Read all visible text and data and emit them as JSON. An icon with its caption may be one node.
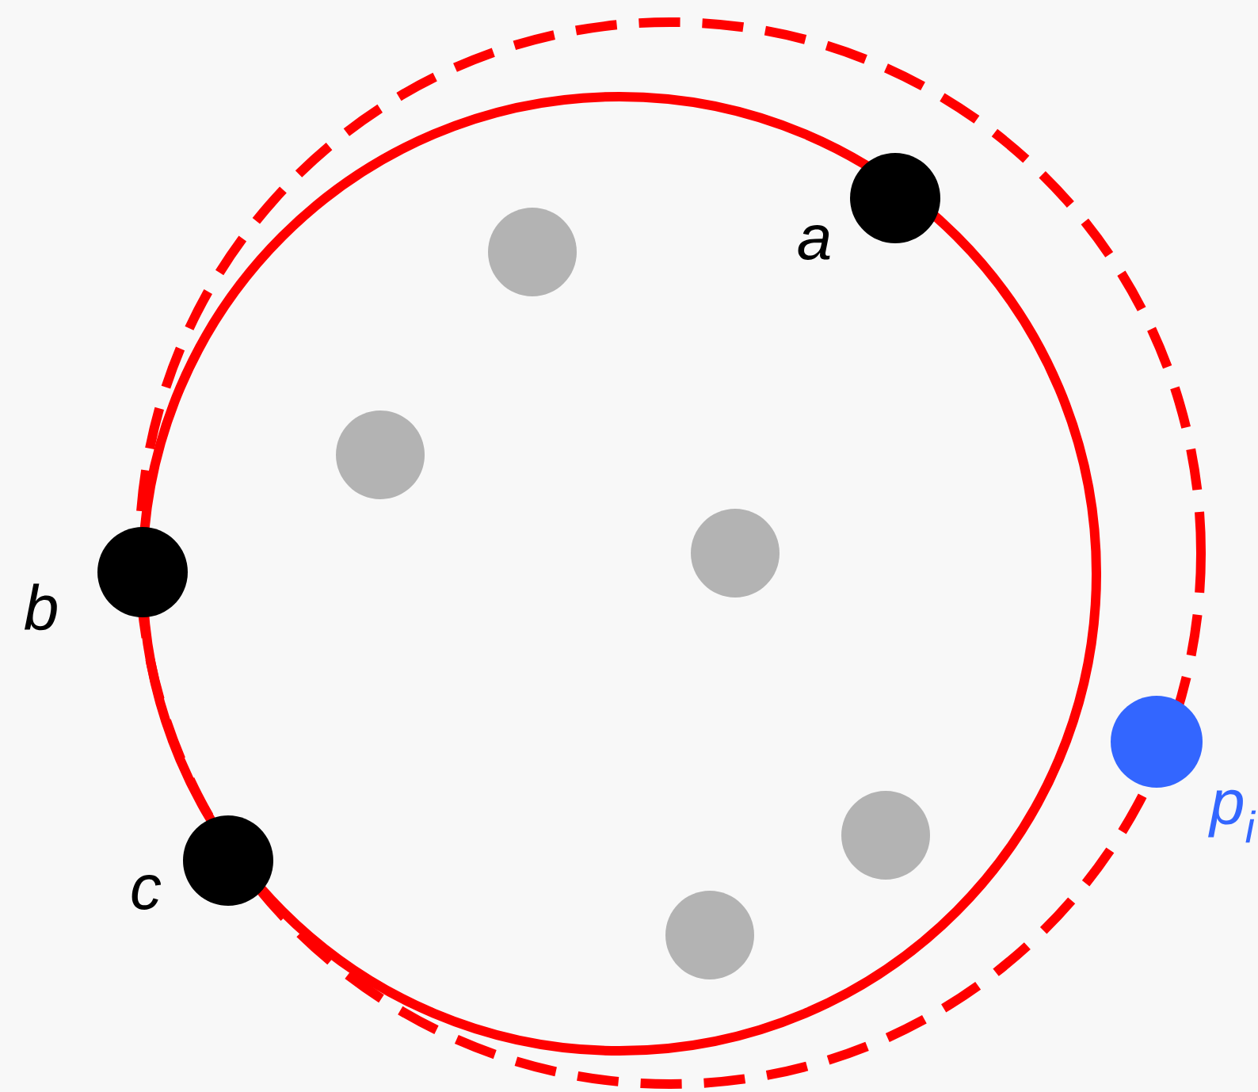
{
  "diagram": {
    "labels": [
      "a",
      "b",
      "c",
      "p$_{i}$"
    ]
  }
}
